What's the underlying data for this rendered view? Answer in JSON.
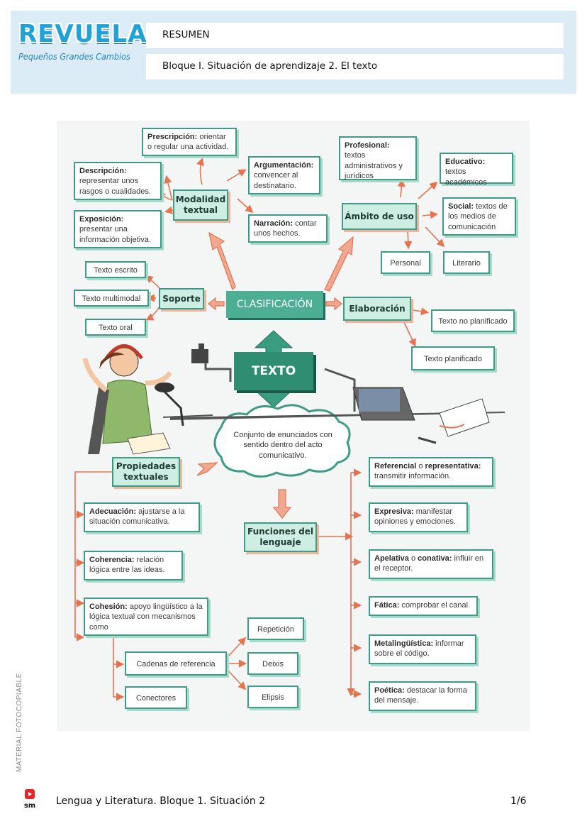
{
  "header": {
    "logo_title": "REVUELA",
    "logo_subtitle": "Pequeños Grandes Cambios",
    "resumen": "RESUMEN",
    "subtitle": "Bloque I. Situación de aprendizaje 2. El texto"
  },
  "diagram": {
    "texto": "TEXTO",
    "clasificacion": "CLASIFICACIÓN",
    "cloud": "Conjunto de enunciados con sentido dentro del acto comunicativo.",
    "modalidad": {
      "label": "Modalidad textual",
      "prescripcion_b": "Prescripción:",
      "prescripcion_t": " orientar o regular una actividad.",
      "descripcion_b": "Descripción:",
      "descripcion_t": " representar unos rasgos o cualidades.",
      "exposicion_b": "Exposición:",
      "exposicion_t": " presentar una información objetiva.",
      "argumentacion_b": "Argumentación:",
      "argumentacion_t": " convencer al destinatario.",
      "narracion_b": "Narración:",
      "narracion_t": " contar unos hechos."
    },
    "ambito": {
      "label": "Ámbito de uso",
      "profesional_b": "Profesional:",
      "profesional_t": " textos administrativos y jurídicos",
      "educativo_b": "Educativo:",
      "educativo_t": " textos académicos",
      "social_b": "Social:",
      "social_t": " textos de los medios de comunicación",
      "personal": "Personal",
      "literario": "Literario"
    },
    "soporte": {
      "label": "Soporte",
      "escrito": "Texto escrito",
      "multimodal": "Texto multimodal",
      "oral": "Texto oral"
    },
    "elaboracion": {
      "label": "Elaboración",
      "no_planificado": "Texto no planificado",
      "planificado": "Texto planificado"
    },
    "propiedades": {
      "label": "Propiedades textuales",
      "adecuacion_b": "Adecuación:",
      "adecuacion_t": " ajustarse a la situación comunicativa.",
      "coherencia_b": "Coherencia:",
      "coherencia_t": " relación lógica entre las ideas.",
      "cohesion_b": "Cohesión:",
      "cohesion_t": " apoyo lingüístico a la lógica textual con mecanismos como",
      "cadenas": "Cadenas de referencia",
      "conectores": "Conectores",
      "repeticion": "Repetición",
      "deixis": "Deixis",
      "elipsis": "Elipsis"
    },
    "funciones": {
      "label": "Funciones del lenguaje",
      "referencial_b": "Referencial",
      "referencial_o": " o ",
      "referencial_b2": "representativa:",
      "referencial_t": " transmitir información.",
      "expresiva_b": "Expresiva:",
      "expresiva_t": " manifestar opiniones y emociones.",
      "apelativa_b": "Apelativa",
      "apelativa_o": " o ",
      "apelativa_b2": "conativa:",
      "apelativa_t": " influir en el receptor.",
      "fatica_b": "Fática:",
      "fatica_t": " comprobar el canal.",
      "metalinguistica_b": "Metalingüística:",
      "metalinguistica_t": " informar sobre el código.",
      "poetica_b": "Poética:",
      "poetica_t": " destacar la forma del mensaje."
    }
  },
  "side_label": "MATERIAL FOTOCOPIABLE",
  "footer": {
    "publisher": "sm",
    "text": "Lengua y Literatura. Bloque 1. Situación 2",
    "page": "1/6"
  },
  "colors": {
    "green": "#3e9b86",
    "orange": "#e4734e",
    "header_bg": "#dcecf7"
  }
}
